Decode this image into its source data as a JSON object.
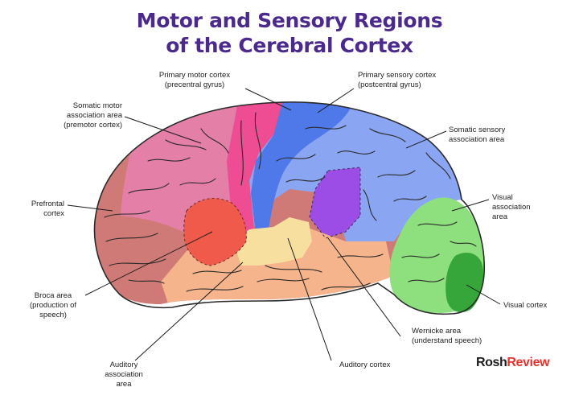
{
  "title": {
    "line1": "Motor and Sensory Regions",
    "line2": "of the Cerebral Cortex"
  },
  "colors": {
    "title": "#4b2a8c",
    "prefrontal": "#cf7a76",
    "somatic_motor_association": "#e47fa7",
    "primary_motor": "#ee4c93",
    "primary_sensory": "#4f78e8",
    "somatic_sensory_association": "#8aa6f2",
    "wernicke": "#9b4de6",
    "broca": "#ef5a4a",
    "auditory_cortex": "#f7dfa0",
    "auditory_association": "#f5b48c",
    "visual_association": "#8ee07e",
    "visual_cortex": "#36a63a",
    "brand_red": "#e5322d"
  },
  "labels": {
    "primary_motor": [
      "Primary motor cortex",
      "(precentral gyrus)"
    ],
    "primary_sensory": [
      "Primary sensory cortex",
      "(postcentral gyrus)"
    ],
    "somatic_motor_association": [
      "Somatic motor",
      "association area",
      "(premotor cortex)"
    ],
    "somatic_sensory_association": [
      "Somatic sensory",
      "association area"
    ],
    "prefrontal": [
      "Prefrontal",
      "cortex"
    ],
    "visual_association": [
      "Visual",
      "association",
      "area"
    ],
    "broca": [
      "Broca area",
      "(production of",
      "speech)"
    ],
    "visual_cortex": [
      "Visual cortex"
    ],
    "wernicke": [
      "Wernicke area",
      "(understand speech)"
    ],
    "auditory_association": [
      "Auditory",
      "association",
      "area"
    ],
    "auditory_cortex": [
      "Auditory cortex"
    ]
  },
  "brand": {
    "part1": "Rosh",
    "part2": "Review"
  }
}
